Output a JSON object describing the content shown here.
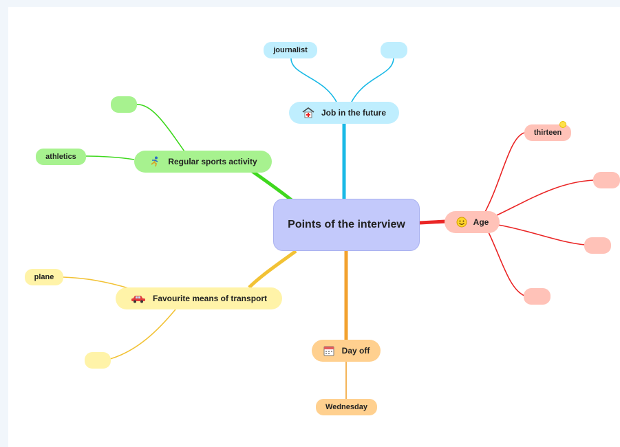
{
  "mindmap": {
    "center": {
      "label": "Points of the interview"
    },
    "branches": {
      "job": {
        "label": "Job in the future",
        "icon": "hospital-icon",
        "color": "#bfeefe",
        "line_color": "#19b9e6",
        "leaves": [
          "journalist",
          ""
        ]
      },
      "sports": {
        "label": "Regular sports activity",
        "icon": "runner-icon",
        "color": "#a7f28f",
        "line_color": "#3fd81e",
        "leaves": [
          "",
          "athletics"
        ]
      },
      "age": {
        "label": "Age",
        "icon": "smiley-icon",
        "color": "#ffc2b8",
        "line_color": "#ea2525",
        "leaves": [
          "thirteen",
          "",
          "",
          ""
        ]
      },
      "transport": {
        "label": "Favourite means of transport",
        "icon": "car-icon",
        "color": "#fff3a8",
        "line_color": "#f2c235",
        "leaves": [
          "plane",
          ""
        ]
      },
      "dayoff": {
        "label": "Day off",
        "icon": "calendar-icon",
        "color": "#ffd08f",
        "line_color": "#f2a12e",
        "leaves": [
          "Wednesday"
        ]
      }
    }
  }
}
